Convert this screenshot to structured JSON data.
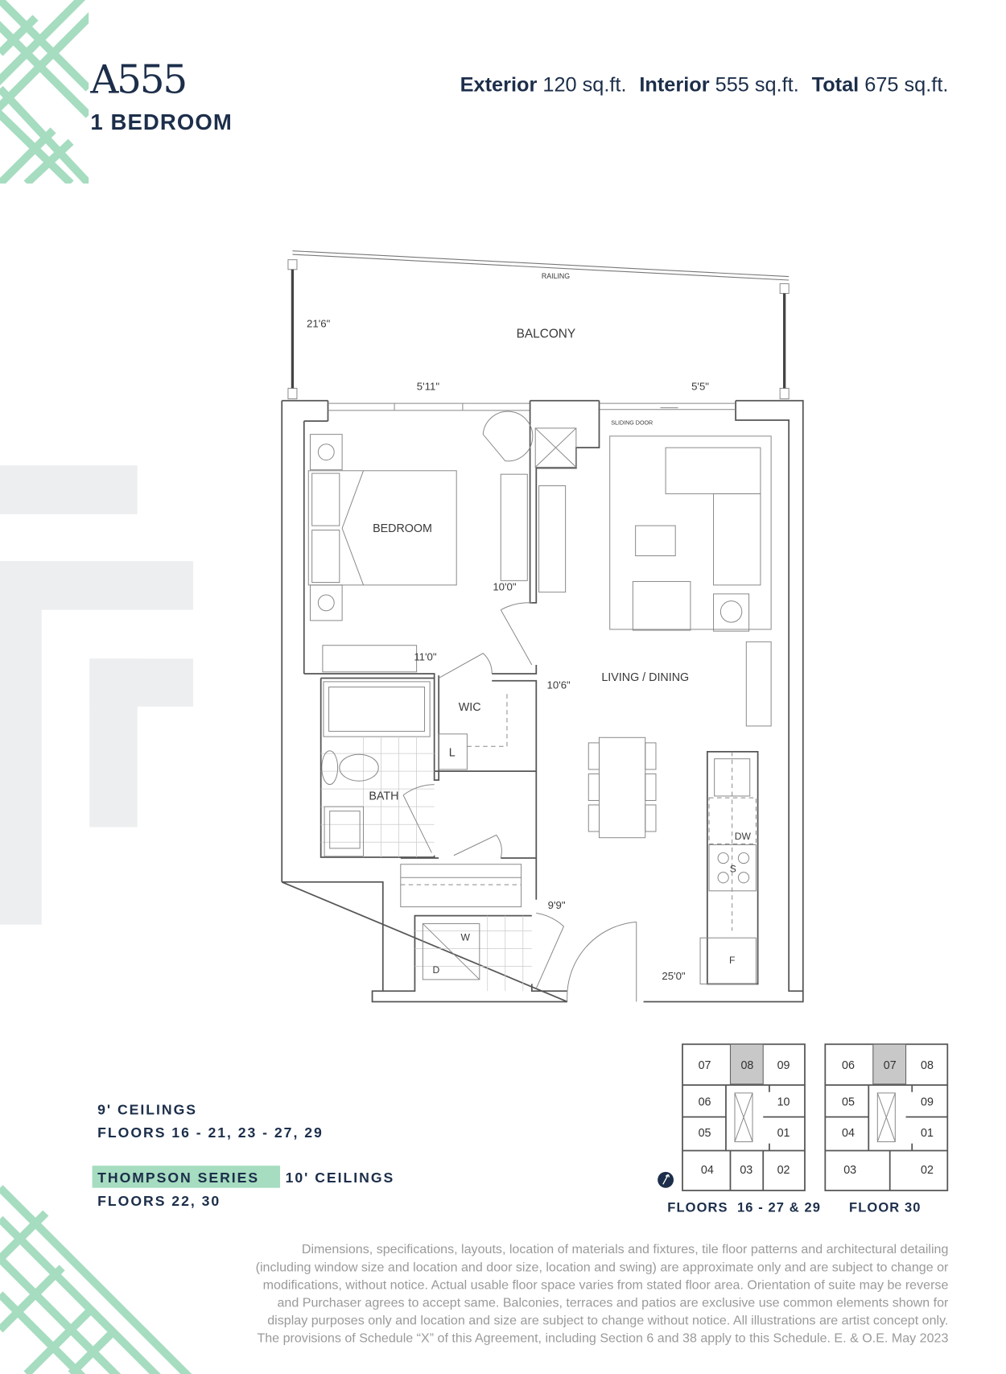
{
  "header": {
    "model": "A555",
    "type": "1 BEDROOM",
    "areas": [
      {
        "label": "Exterior",
        "value": "120 sq.ft."
      },
      {
        "label": "Interior",
        "value": "555 sq.ft."
      },
      {
        "label": "Total",
        "value": "675 sq.ft."
      }
    ]
  },
  "floorplan": {
    "rooms": {
      "balcony": "BALCONY",
      "railing": "RAILING",
      "sliding_door": "SLIDING DOOR",
      "bedroom": "BEDROOM",
      "living": "LIVING / DINING",
      "wic": "WIC",
      "linen": "L",
      "bath": "BATH",
      "dw": "DW",
      "stove": "S",
      "washer": "W",
      "dryer": "D",
      "fridge": "F"
    },
    "dimensions": {
      "balcony_depth": "21'6\"",
      "bedroom_width": "5'11\"",
      "living_width": "5'5\"",
      "bedroom_depth": "10'0\"",
      "bedroom_length": "11'0\"",
      "living_width2": "10'6\"",
      "foyer": "9'9\"",
      "living_length": "25'0\""
    }
  },
  "specs": {
    "standard_ceiling": "9' CEILINGS",
    "standard_floors": "FLOORS 16 - 21, 23 - 27, 29",
    "series_badge": "THOMPSON SERIES",
    "series_ceiling": "10' CEILINGS",
    "series_floors": "FLOORS 22, 30"
  },
  "keyplans": [
    {
      "caption": "FLOORS  16 - 27 & 29",
      "units": [
        "07",
        "08",
        "09",
        "06",
        "10",
        "05",
        "01",
        "04",
        "03",
        "02"
      ],
      "highlighted": "08"
    },
    {
      "caption": "FLOOR 30",
      "units": [
        "06",
        "07",
        "08",
        "05",
        "09",
        "04",
        "01",
        "03",
        "02"
      ],
      "highlighted": "07"
    }
  ],
  "north_icon": "compass-north-icon",
  "colors": {
    "navy": "#1c2e4a",
    "mint": "#a6dcc0",
    "grey_block": "#eceef0",
    "highlight_unit": "#c8c8c8"
  },
  "disclaimer": [
    "Dimensions, specifications, layouts, location of materials and fixtures, tile floor patterns and architectural detailing",
    "(including window size and location and door size, location and swing) are approximate only and are subject to change or",
    "modifications, without notice. Actual usable floor space varies from stated floor area. Orientation of suite may be reverse",
    "and Purchaser agrees to accept same. Balconies, terraces and patios are exclusive use common elements shown for",
    "display purposes only and location and size are subject to change without notice. All illustrations are artist concept only.",
    "The provisions of Schedule “X” of this Agreement, including Section 6 and 38 apply to this Schedule. E. & O.E. May 2023"
  ]
}
